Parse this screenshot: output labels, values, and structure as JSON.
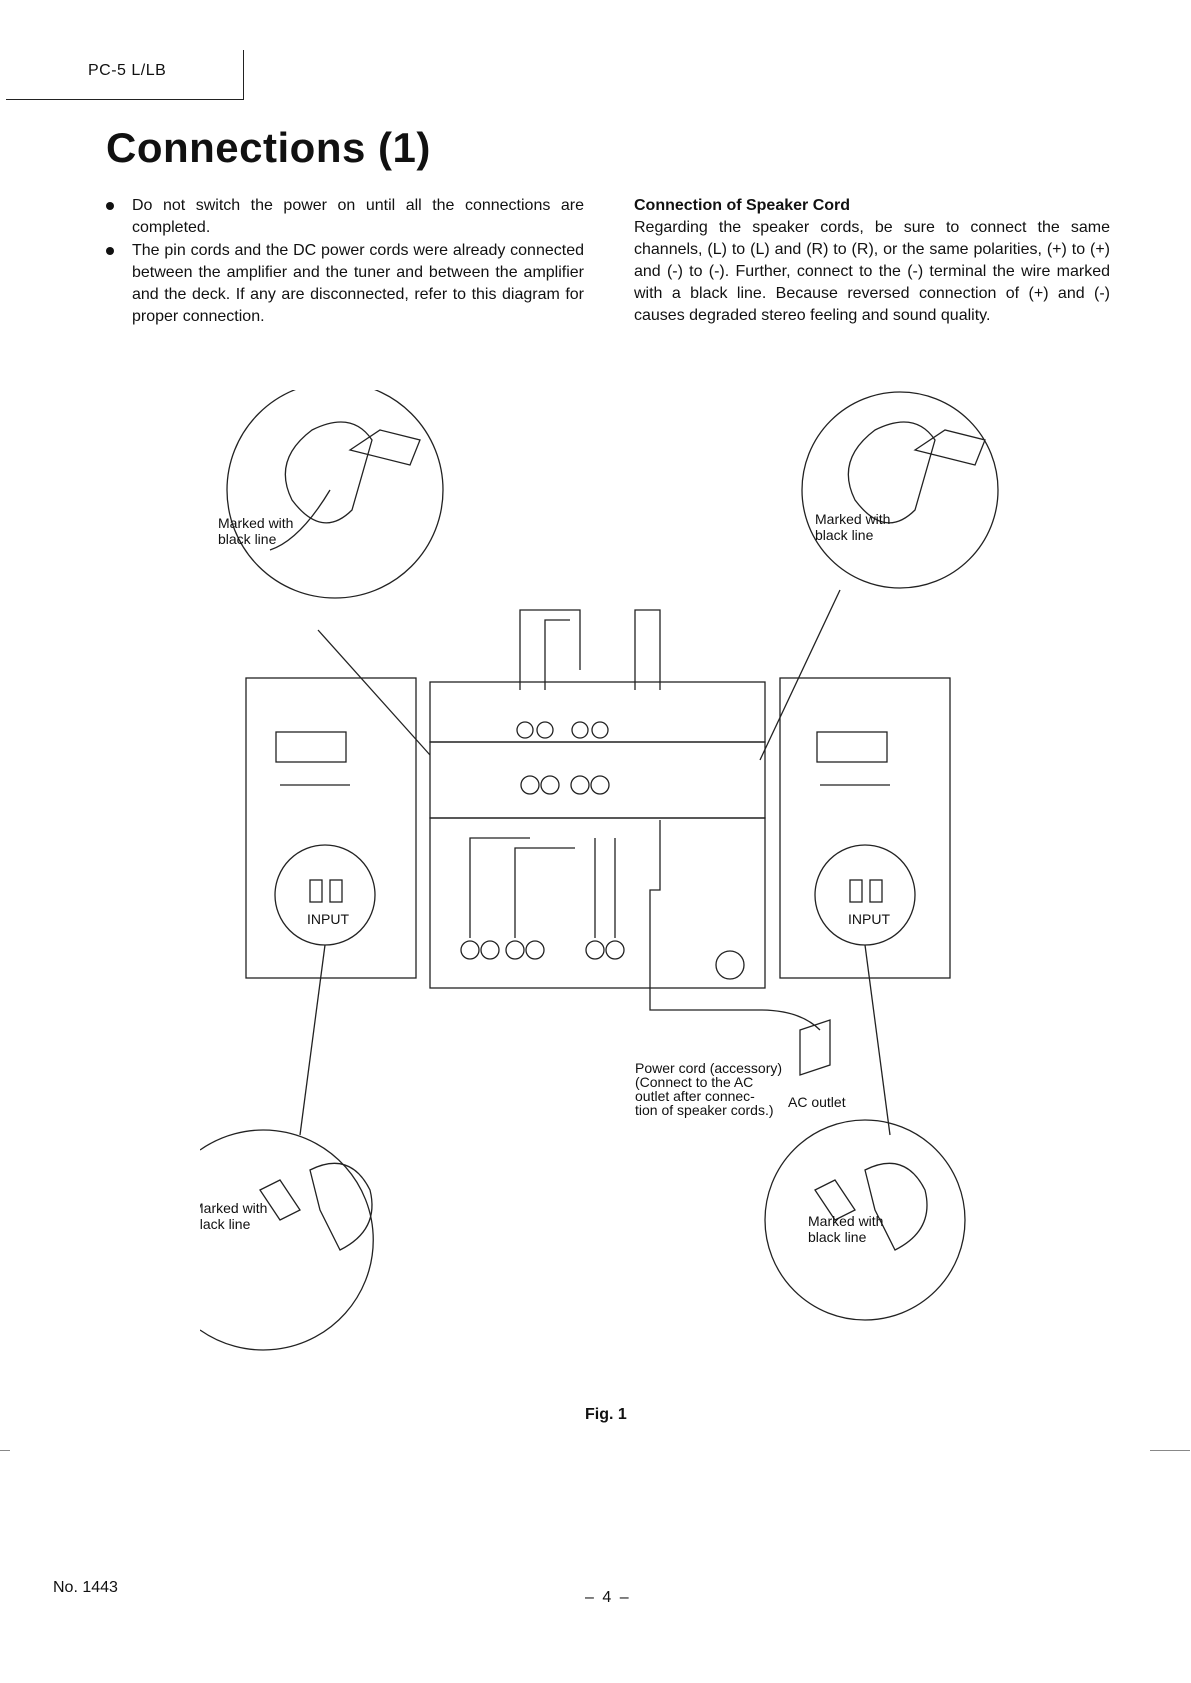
{
  "header": {
    "model": "PC-5 L/LB"
  },
  "title": "Connections (1)",
  "notes": [
    "Do not switch the power on until all the connections are completed.",
    "The pin cords and the DC power cords were already connected between the amplifier and the tuner and between the amplifier and the deck. If any are disconnected, refer to this diagram for proper connection."
  ],
  "speaker_section": {
    "heading": "Connection of Speaker Cord",
    "body": "Regarding the speaker cords, be sure to connect the same channels, (L) to (L) and (R) to (R), or the same polarities, (+) to (+) and (-) to (-). Further, connect to the (-) terminal the wire marked with a black line. Because reversed connection of (+) and (-) causes degraded stereo feeling and sound quality."
  },
  "figure": {
    "callout_marked": "Marked with",
    "callout_black": "black line",
    "speaker_input": "INPUT",
    "power_cord_lines": [
      "Power cord (accessory)",
      "(Connect to the AC",
      "outlet after connec-",
      "tion of speaker cords.)"
    ],
    "ac_outlet": "AC outlet",
    "caption": "Fig. 1"
  },
  "footer": {
    "doc_number": "No. 1443",
    "page": "– 4 –"
  }
}
